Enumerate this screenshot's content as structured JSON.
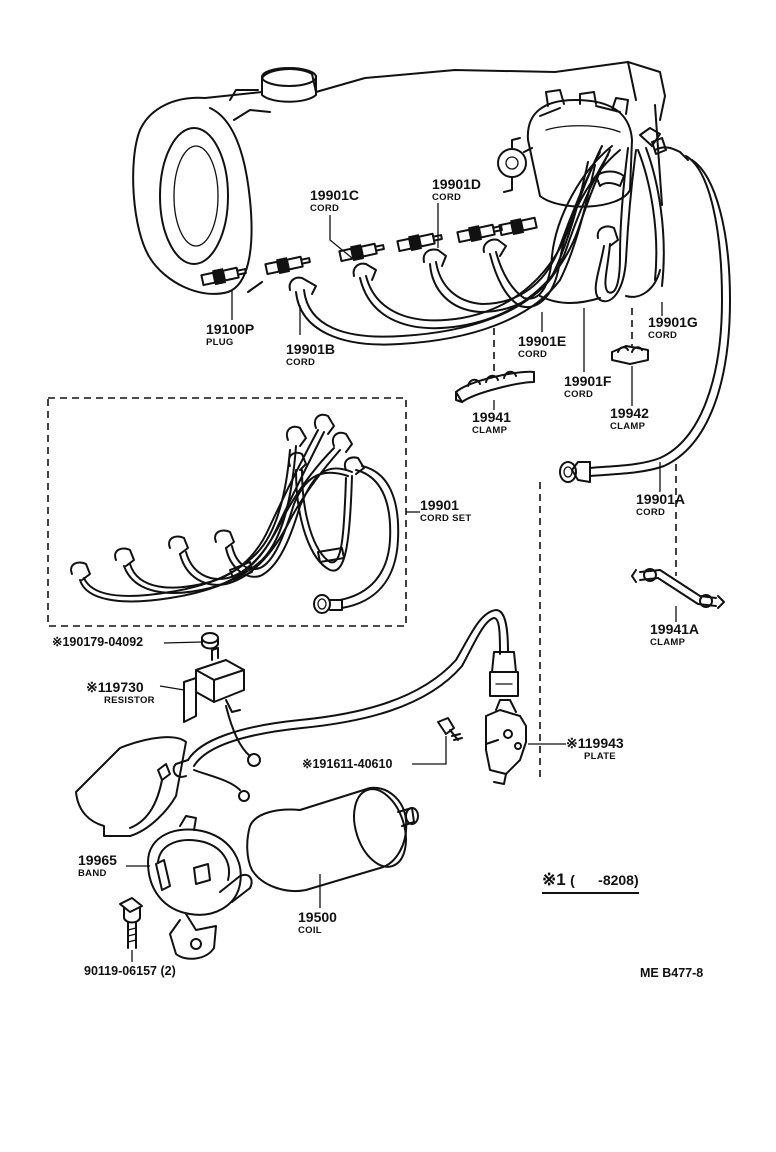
{
  "parts": [
    {
      "id": "19901C",
      "name": "CORD"
    },
    {
      "id": "19901D",
      "name": "CORD"
    },
    {
      "id": "19100P",
      "name": "PLUG"
    },
    {
      "id": "19901B",
      "name": "CORD"
    },
    {
      "id": "19901E",
      "name": "CORD"
    },
    {
      "id": "19901G",
      "name": "CORD"
    },
    {
      "id": "19901F",
      "name": "CORD"
    },
    {
      "id": "19941",
      "name": "CLAMP"
    },
    {
      "id": "19942",
      "name": "CLAMP"
    },
    {
      "id": "19901",
      "name": "CORD SET"
    },
    {
      "id": "19901A",
      "name": "CORD"
    },
    {
      "id": "19941A",
      "name": "CLAMP"
    },
    {
      "id": "※119730",
      "name": "RESISTOR"
    },
    {
      "id": "※119943",
      "name": "PLATE"
    },
    {
      "id": "19965",
      "name": "BAND"
    },
    {
      "id": "19500",
      "name": "COIL"
    }
  ],
  "refs": [
    {
      "id": "※190179-04092"
    },
    {
      "id": "※191611-40610"
    },
    {
      "id": "90119-06157 (2)"
    }
  ],
  "footnote": {
    "mark": "※1",
    "text": "(      -8208)"
  },
  "diagram_code": "ME B477-8"
}
